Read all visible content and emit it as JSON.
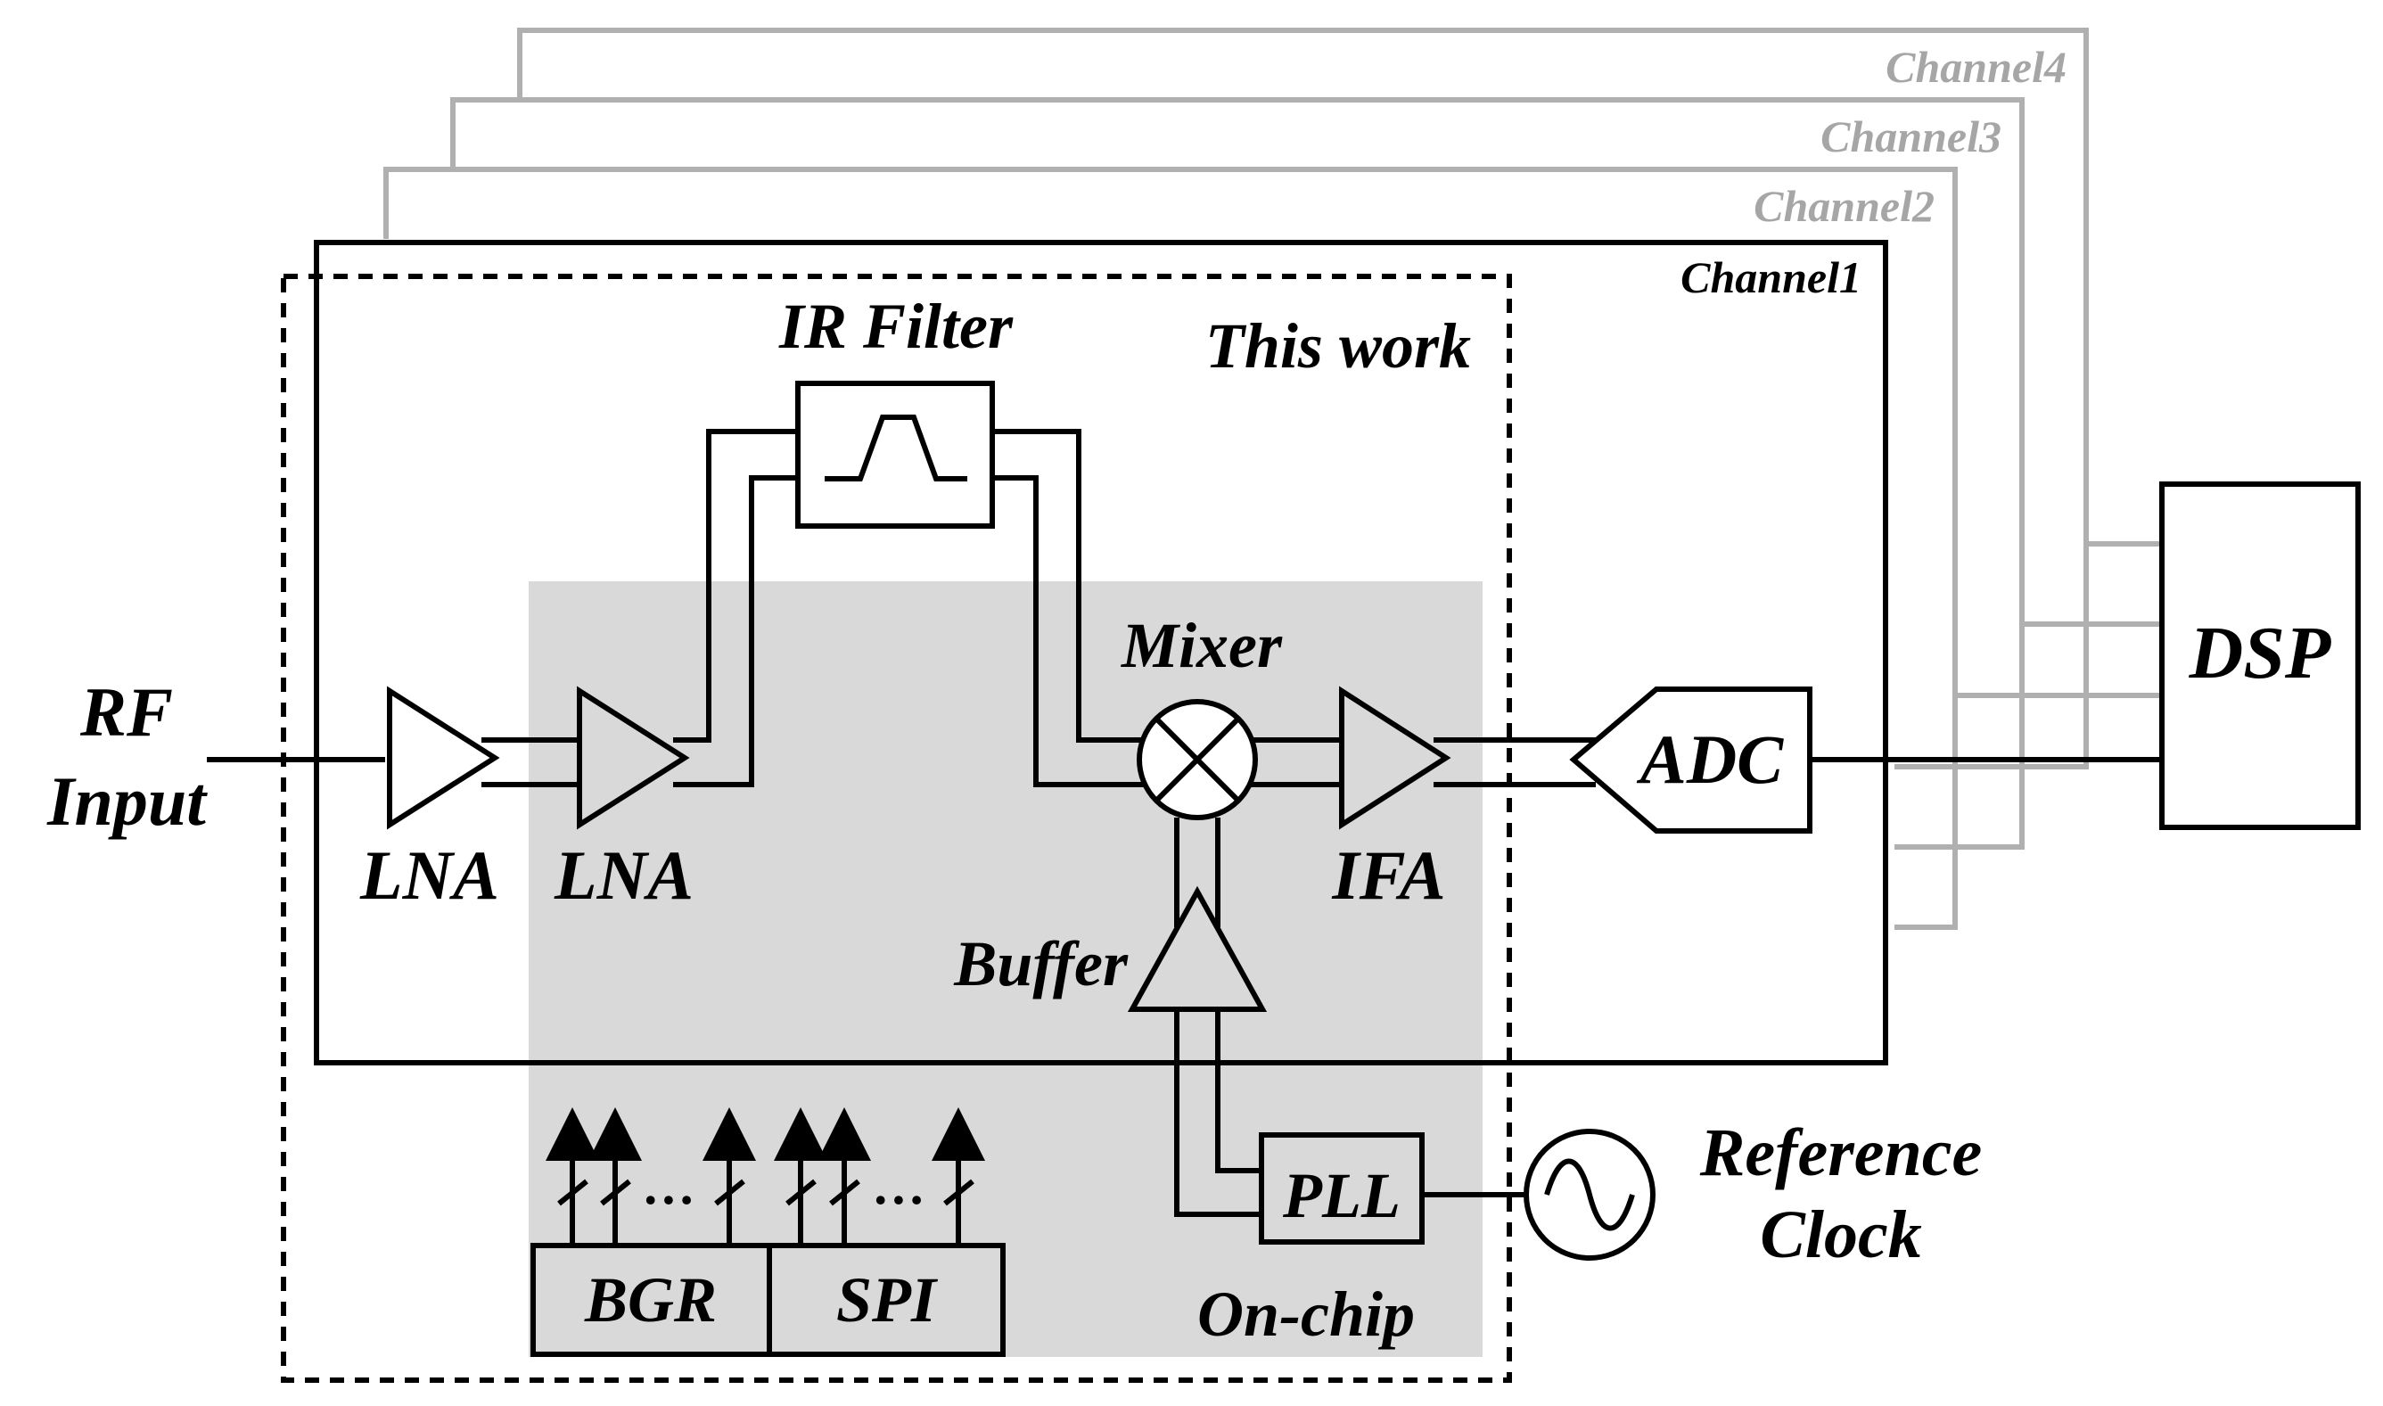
{
  "channels": {
    "ch1": "Channel1",
    "ch2": "Channel2",
    "ch3": "Channel3",
    "ch4": "Channel4"
  },
  "labels": {
    "this_work": "This work",
    "rf_input_line1": "RF",
    "rf_input_line2": "Input",
    "lna1": "LNA",
    "lna2": "LNA",
    "ir_filter": "IR Filter",
    "mixer": "Mixer",
    "ifa": "IFA",
    "adc": "ADC",
    "dsp": "DSP",
    "buffer": "Buffer",
    "pll": "PLL",
    "bgr": "BGR",
    "spi": "SPI",
    "on_chip": "On-chip",
    "reference_line1": "Reference",
    "reference_line2": "Clock",
    "ellipsis1": "…",
    "ellipsis2": "…"
  },
  "colors": {
    "on_chip_region": "#d9d9d9",
    "background_channels": "#b0b0b0",
    "lines": "#000000"
  }
}
